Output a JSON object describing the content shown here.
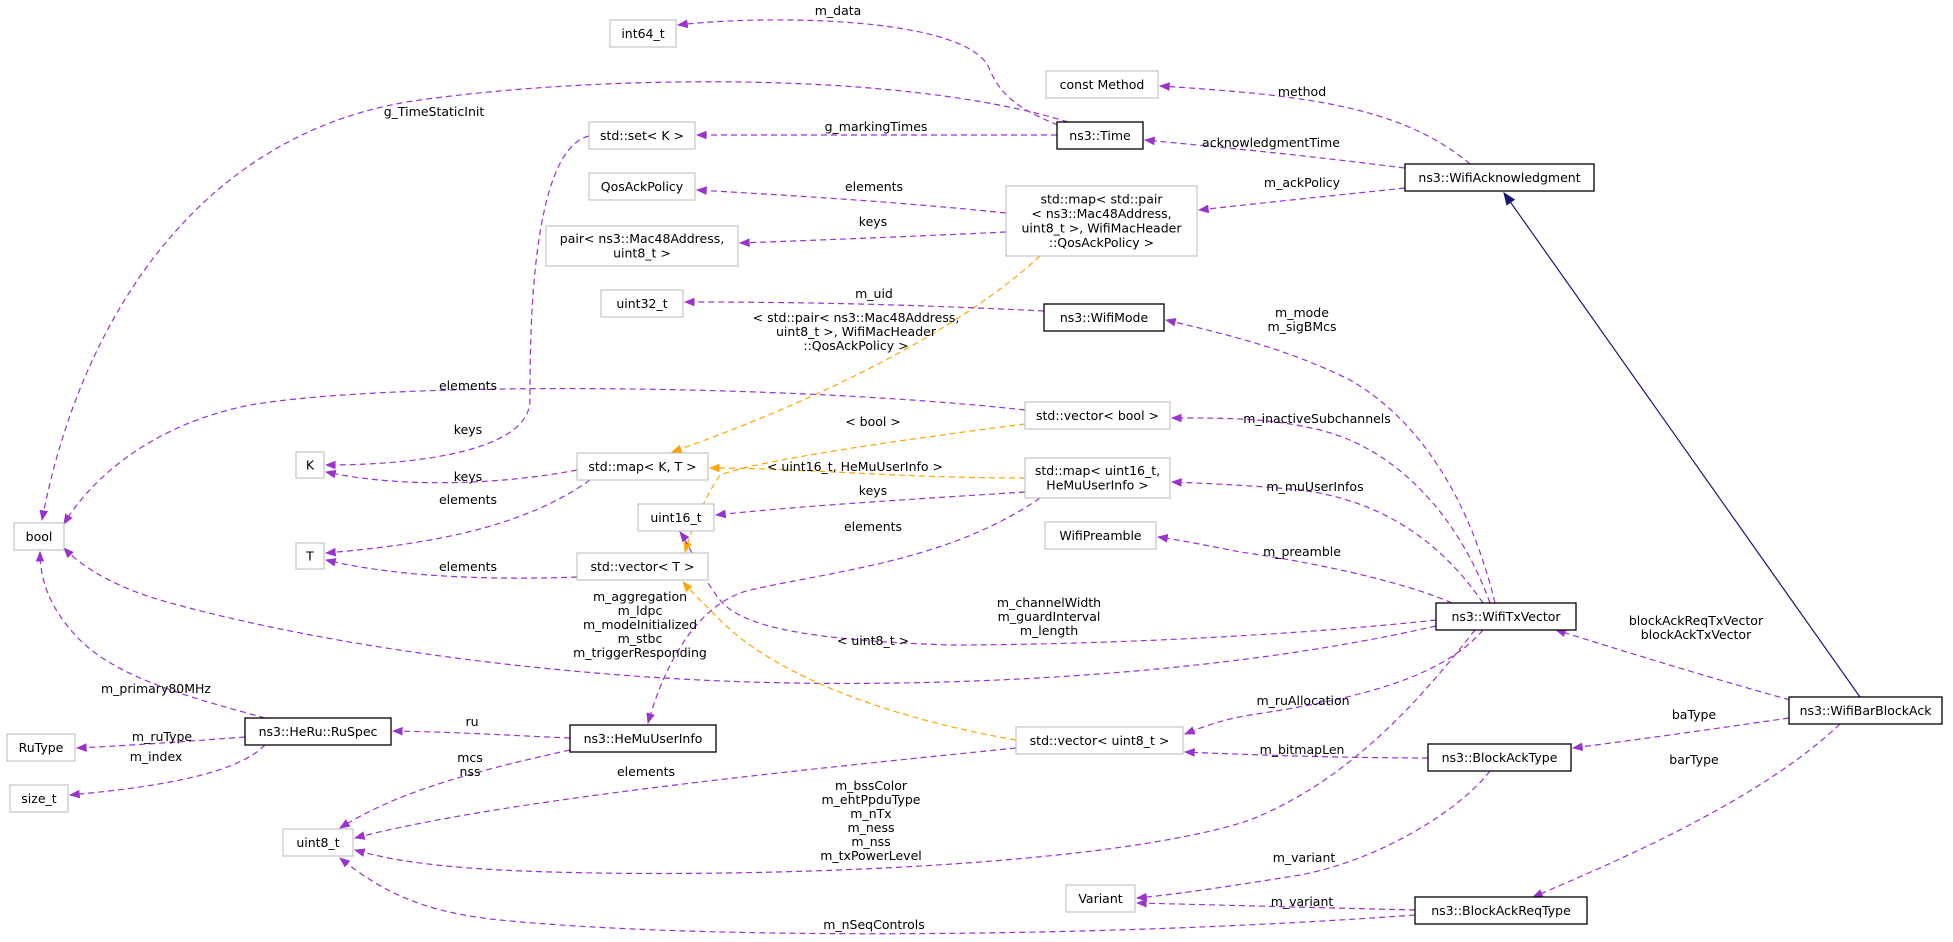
{
  "colors": {
    "member_edge": "#9a32cd",
    "template_edge": "#ffa500",
    "inherit_edge": "#191970",
    "doc_border": "#000000",
    "undoc_border": "#bfbfbf",
    "focus_fill": "#bfbfbf"
  },
  "nodes": [
    {
      "id": "int64",
      "lines": [
        "int64_t"
      ]
    },
    {
      "id": "constmethod",
      "lines": [
        "const Method"
      ]
    },
    {
      "id": "stdset",
      "lines": [
        "std::set< K >"
      ]
    },
    {
      "id": "time",
      "lines": [
        "ns3::Time"
      ]
    },
    {
      "id": "wifiack",
      "lines": [
        "ns3::WifiAcknowledgment"
      ]
    },
    {
      "id": "qosack",
      "lines": [
        "QosAckPolicy"
      ]
    },
    {
      "id": "stdmappair",
      "lines": [
        "std::map< std::pair",
        "< ns3::Mac48Address,",
        "uint8_t >, WifiMacHeader",
        "::QosAckPolicy >"
      ]
    },
    {
      "id": "pair",
      "lines": [
        "pair< ns3::Mac48Address,",
        "uint8_t >"
      ]
    },
    {
      "id": "uint32",
      "lines": [
        "uint32_t"
      ]
    },
    {
      "id": "wifimode",
      "lines": [
        "ns3::WifiMode"
      ]
    },
    {
      "id": "vecbool",
      "lines": [
        "std::vector< bool >"
      ]
    },
    {
      "id": "K",
      "lines": [
        "K"
      ]
    },
    {
      "id": "mapkt",
      "lines": [
        "std::map< K, T >"
      ]
    },
    {
      "id": "mapu16",
      "lines": [
        "std::map< uint16_t,",
        "HeMuUserInfo >"
      ]
    },
    {
      "id": "bool",
      "lines": [
        "bool"
      ]
    },
    {
      "id": "uint16",
      "lines": [
        "uint16_t"
      ]
    },
    {
      "id": "T",
      "lines": [
        "T"
      ]
    },
    {
      "id": "vect",
      "lines": [
        "std::vector< T >"
      ]
    },
    {
      "id": "preamble",
      "lines": [
        "WifiPreamble"
      ]
    },
    {
      "id": "txvector",
      "lines": [
        "ns3::WifiTxVector"
      ]
    },
    {
      "id": "barblockack",
      "lines": [
        "ns3::WifiBarBlockAck"
      ]
    },
    {
      "id": "ruspec",
      "lines": [
        "ns3::HeRu::RuSpec"
      ]
    },
    {
      "id": "hemu",
      "lines": [
        "ns3::HeMuUserInfo"
      ]
    },
    {
      "id": "vecu8",
      "lines": [
        "std::vector< uint8_t >"
      ]
    },
    {
      "id": "blockacktype",
      "lines": [
        "ns3::BlockAckType"
      ]
    },
    {
      "id": "rutype",
      "lines": [
        "RuType"
      ]
    },
    {
      "id": "sizet",
      "lines": [
        "size_t"
      ]
    },
    {
      "id": "uint8",
      "lines": [
        "uint8_t"
      ]
    },
    {
      "id": "variant",
      "lines": [
        "Variant"
      ]
    },
    {
      "id": "blockackreqtype",
      "lines": [
        "ns3::BlockAckReqType"
      ]
    }
  ],
  "edges": [
    {
      "id": "e-mdata",
      "from": "time",
      "to": "int64",
      "kind": "member",
      "labels": [
        "m_data"
      ]
    },
    {
      "id": "e-gtsi",
      "from": "time",
      "to": "bool",
      "kind": "member",
      "labels": [
        "g_TimeStaticInit"
      ]
    },
    {
      "id": "e-gmark",
      "from": "time",
      "to": "stdset",
      "kind": "member",
      "labels": [
        "g_markingTimes"
      ]
    },
    {
      "id": "e-method",
      "from": "wifiack",
      "to": "constmethod",
      "kind": "member",
      "labels": [
        "method"
      ]
    },
    {
      "id": "e-acktime",
      "from": "wifiack",
      "to": "time",
      "kind": "member",
      "labels": [
        "acknowledgmentTime"
      ]
    },
    {
      "id": "e-ackpol",
      "from": "wifiack",
      "to": "stdmappair",
      "kind": "member",
      "labels": [
        "m_ackPolicy"
      ]
    },
    {
      "id": "e-qoselem",
      "from": "stdmappair",
      "to": "qosack",
      "kind": "member",
      "labels": [
        "elements"
      ]
    },
    {
      "id": "e-pairkeys",
      "from": "stdmappair",
      "to": "pair",
      "kind": "member",
      "labels": [
        "keys"
      ]
    },
    {
      "id": "e-tmpl-pair",
      "from": "stdmappair",
      "to": "mapkt",
      "kind": "template",
      "labels": [
        "< std::pair< ns3::Mac48Address,",
        "uint8_t >, WifiMacHeader",
        "::QosAckPolicy >"
      ]
    },
    {
      "id": "e-muid",
      "from": "wifimode",
      "to": "uint32",
      "kind": "member",
      "labels": [
        "m_uid"
      ]
    },
    {
      "id": "e-boolelem",
      "from": "vecbool",
      "to": "bool",
      "kind": "member",
      "labels": [
        "elements"
      ]
    },
    {
      "id": "e-tmpl-bool",
      "from": "vecbool",
      "to": "vect",
      "kind": "template",
      "labels": [
        "< bool >"
      ]
    },
    {
      "id": "e-setkeys",
      "from": "stdset",
      "to": "K",
      "kind": "member",
      "labels": [
        "keys"
      ]
    },
    {
      "id": "e-mapkeys",
      "from": "mapkt",
      "to": "K",
      "kind": "member",
      "labels": [
        "keys"
      ]
    },
    {
      "id": "e-mapelem",
      "from": "mapkt",
      "to": "T",
      "kind": "member",
      "labels": [
        "elements"
      ]
    },
    {
      "id": "e-tmpl-u16",
      "from": "mapu16",
      "to": "mapkt",
      "kind": "template",
      "labels": [
        "< uint16_t, HeMuUserInfo >"
      ]
    },
    {
      "id": "e-u16keys",
      "from": "mapu16",
      "to": "uint16",
      "kind": "member",
      "labels": [
        "keys"
      ]
    },
    {
      "id": "e-u16elem",
      "from": "mapu16",
      "to": "hemu",
      "kind": "member",
      "labels": [
        "elements"
      ]
    },
    {
      "id": "e-vecelem",
      "from": "vect",
      "to": "T",
      "kind": "member",
      "labels": [
        "elements"
      ]
    },
    {
      "id": "e-mode",
      "from": "txvector",
      "to": "wifimode",
      "kind": "member",
      "labels": [
        "m_mode",
        "m_sigBMcs"
      ]
    },
    {
      "id": "e-inact",
      "from": "txvector",
      "to": "vecbool",
      "kind": "member",
      "labels": [
        "m_inactiveSubchannels"
      ]
    },
    {
      "id": "e-muuser",
      "from": "txvector",
      "to": "mapu16",
      "kind": "member",
      "labels": [
        "m_muUserInfos"
      ]
    },
    {
      "id": "e-pream",
      "from": "txvector",
      "to": "preamble",
      "kind": "member",
      "labels": [
        "m_preamble"
      ]
    },
    {
      "id": "e-chw",
      "from": "txvector",
      "to": "uint16",
      "kind": "member",
      "labels": [
        "m_channelWidth",
        "m_guardInterval",
        "m_length"
      ]
    },
    {
      "id": "e-aggr",
      "from": "txvector",
      "to": "bool",
      "kind": "member",
      "labels": [
        "m_aggregation",
        "m_ldpc",
        "m_modeInitialized",
        "m_stbc",
        "m_triggerResponding"
      ]
    },
    {
      "id": "e-ruall",
      "from": "txvector",
      "to": "vecu8",
      "kind": "member",
      "labels": [
        "m_ruAllocation"
      ]
    },
    {
      "id": "e-bss",
      "from": "txvector",
      "to": "uint8",
      "kind": "member",
      "labels": [
        "m_bssColor",
        "m_ehtPpduType",
        "m_nTx",
        "m_ness",
        "m_nss",
        "m_txPowerLevel"
      ]
    },
    {
      "id": "e-inherit",
      "from": "barblockack",
      "to": "wifiack",
      "kind": "inherit",
      "labels": []
    },
    {
      "id": "e-bartx",
      "from": "barblockack",
      "to": "txvector",
      "kind": "member",
      "labels": [
        "blockAckReqTxVector",
        "blockAckTxVector"
      ]
    },
    {
      "id": "e-batype",
      "from": "barblockack",
      "to": "blockacktype",
      "kind": "member",
      "labels": [
        "baType"
      ]
    },
    {
      "id": "e-bartype",
      "from": "barblockack",
      "to": "blockackreqtype",
      "kind": "member",
      "labels": [
        "barType"
      ]
    },
    {
      "id": "e-p80",
      "from": "ruspec",
      "to": "bool",
      "kind": "member",
      "labels": [
        "m_primary80MHz"
      ]
    },
    {
      "id": "e-rutype",
      "from": "ruspec",
      "to": "rutype",
      "kind": "member",
      "labels": [
        "m_ruType"
      ]
    },
    {
      "id": "e-index",
      "from": "ruspec",
      "to": "sizet",
      "kind": "member",
      "labels": [
        "m_index"
      ]
    },
    {
      "id": "e-ru",
      "from": "hemu",
      "to": "ruspec",
      "kind": "member",
      "labels": [
        "ru"
      ]
    },
    {
      "id": "e-mcs",
      "from": "hemu",
      "to": "uint8",
      "kind": "member",
      "labels": [
        "mcs",
        "nss"
      ]
    },
    {
      "id": "e-tmpl-u8",
      "from": "vecu8",
      "to": "vect",
      "kind": "template",
      "labels": [
        "< uint8_t >"
      ]
    },
    {
      "id": "e-u8elem",
      "from": "vecu8",
      "to": "uint8",
      "kind": "member",
      "labels": [
        "elements"
      ]
    },
    {
      "id": "e-bitmap",
      "from": "blockacktype",
      "to": "vecu8",
      "kind": "member",
      "labels": [
        "m_bitmapLen"
      ]
    },
    {
      "id": "e-bavar",
      "from": "blockacktype",
      "to": "variant",
      "kind": "member",
      "labels": [
        "m_variant"
      ]
    },
    {
      "id": "e-barvar",
      "from": "blockackreqtype",
      "to": "variant",
      "kind": "member",
      "labels": [
        "m_variant"
      ]
    },
    {
      "id": "e-nseq",
      "from": "blockackreqtype",
      "to": "uint8",
      "kind": "member",
      "labels": [
        "m_nSeqControls"
      ]
    }
  ]
}
